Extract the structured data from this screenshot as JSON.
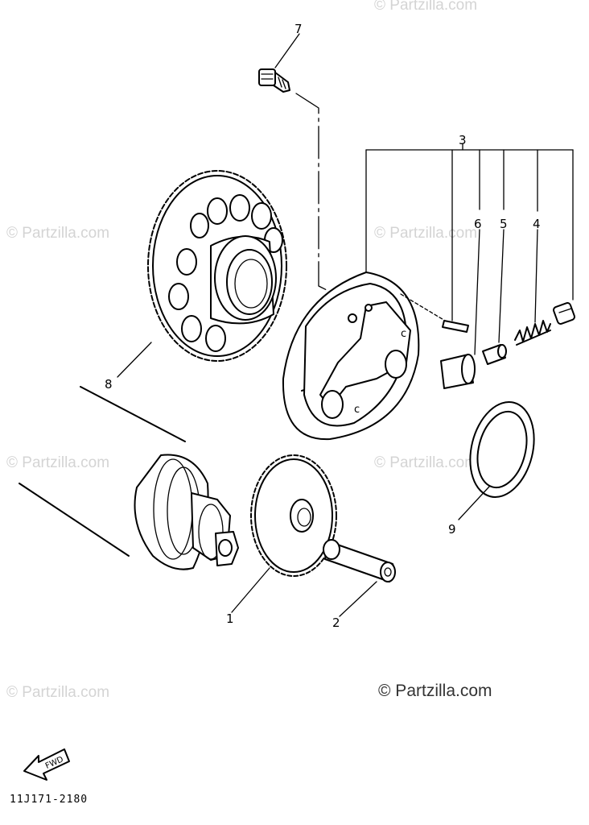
{
  "watermark": {
    "text": "© Partzilla.com",
    "main_text": "© Partzilla.com"
  },
  "callouts": {
    "c1": "1",
    "c2": "2",
    "c3": "3",
    "c4": "4",
    "c5": "5",
    "c6": "6",
    "c7": "7",
    "c8": "8",
    "c9": "9"
  },
  "fwd_label": "FWD",
  "diagram_code": "11J171-2180",
  "colors": {
    "ink": "#000000",
    "watermark": "#d4d4d4",
    "background": "#ffffff"
  }
}
